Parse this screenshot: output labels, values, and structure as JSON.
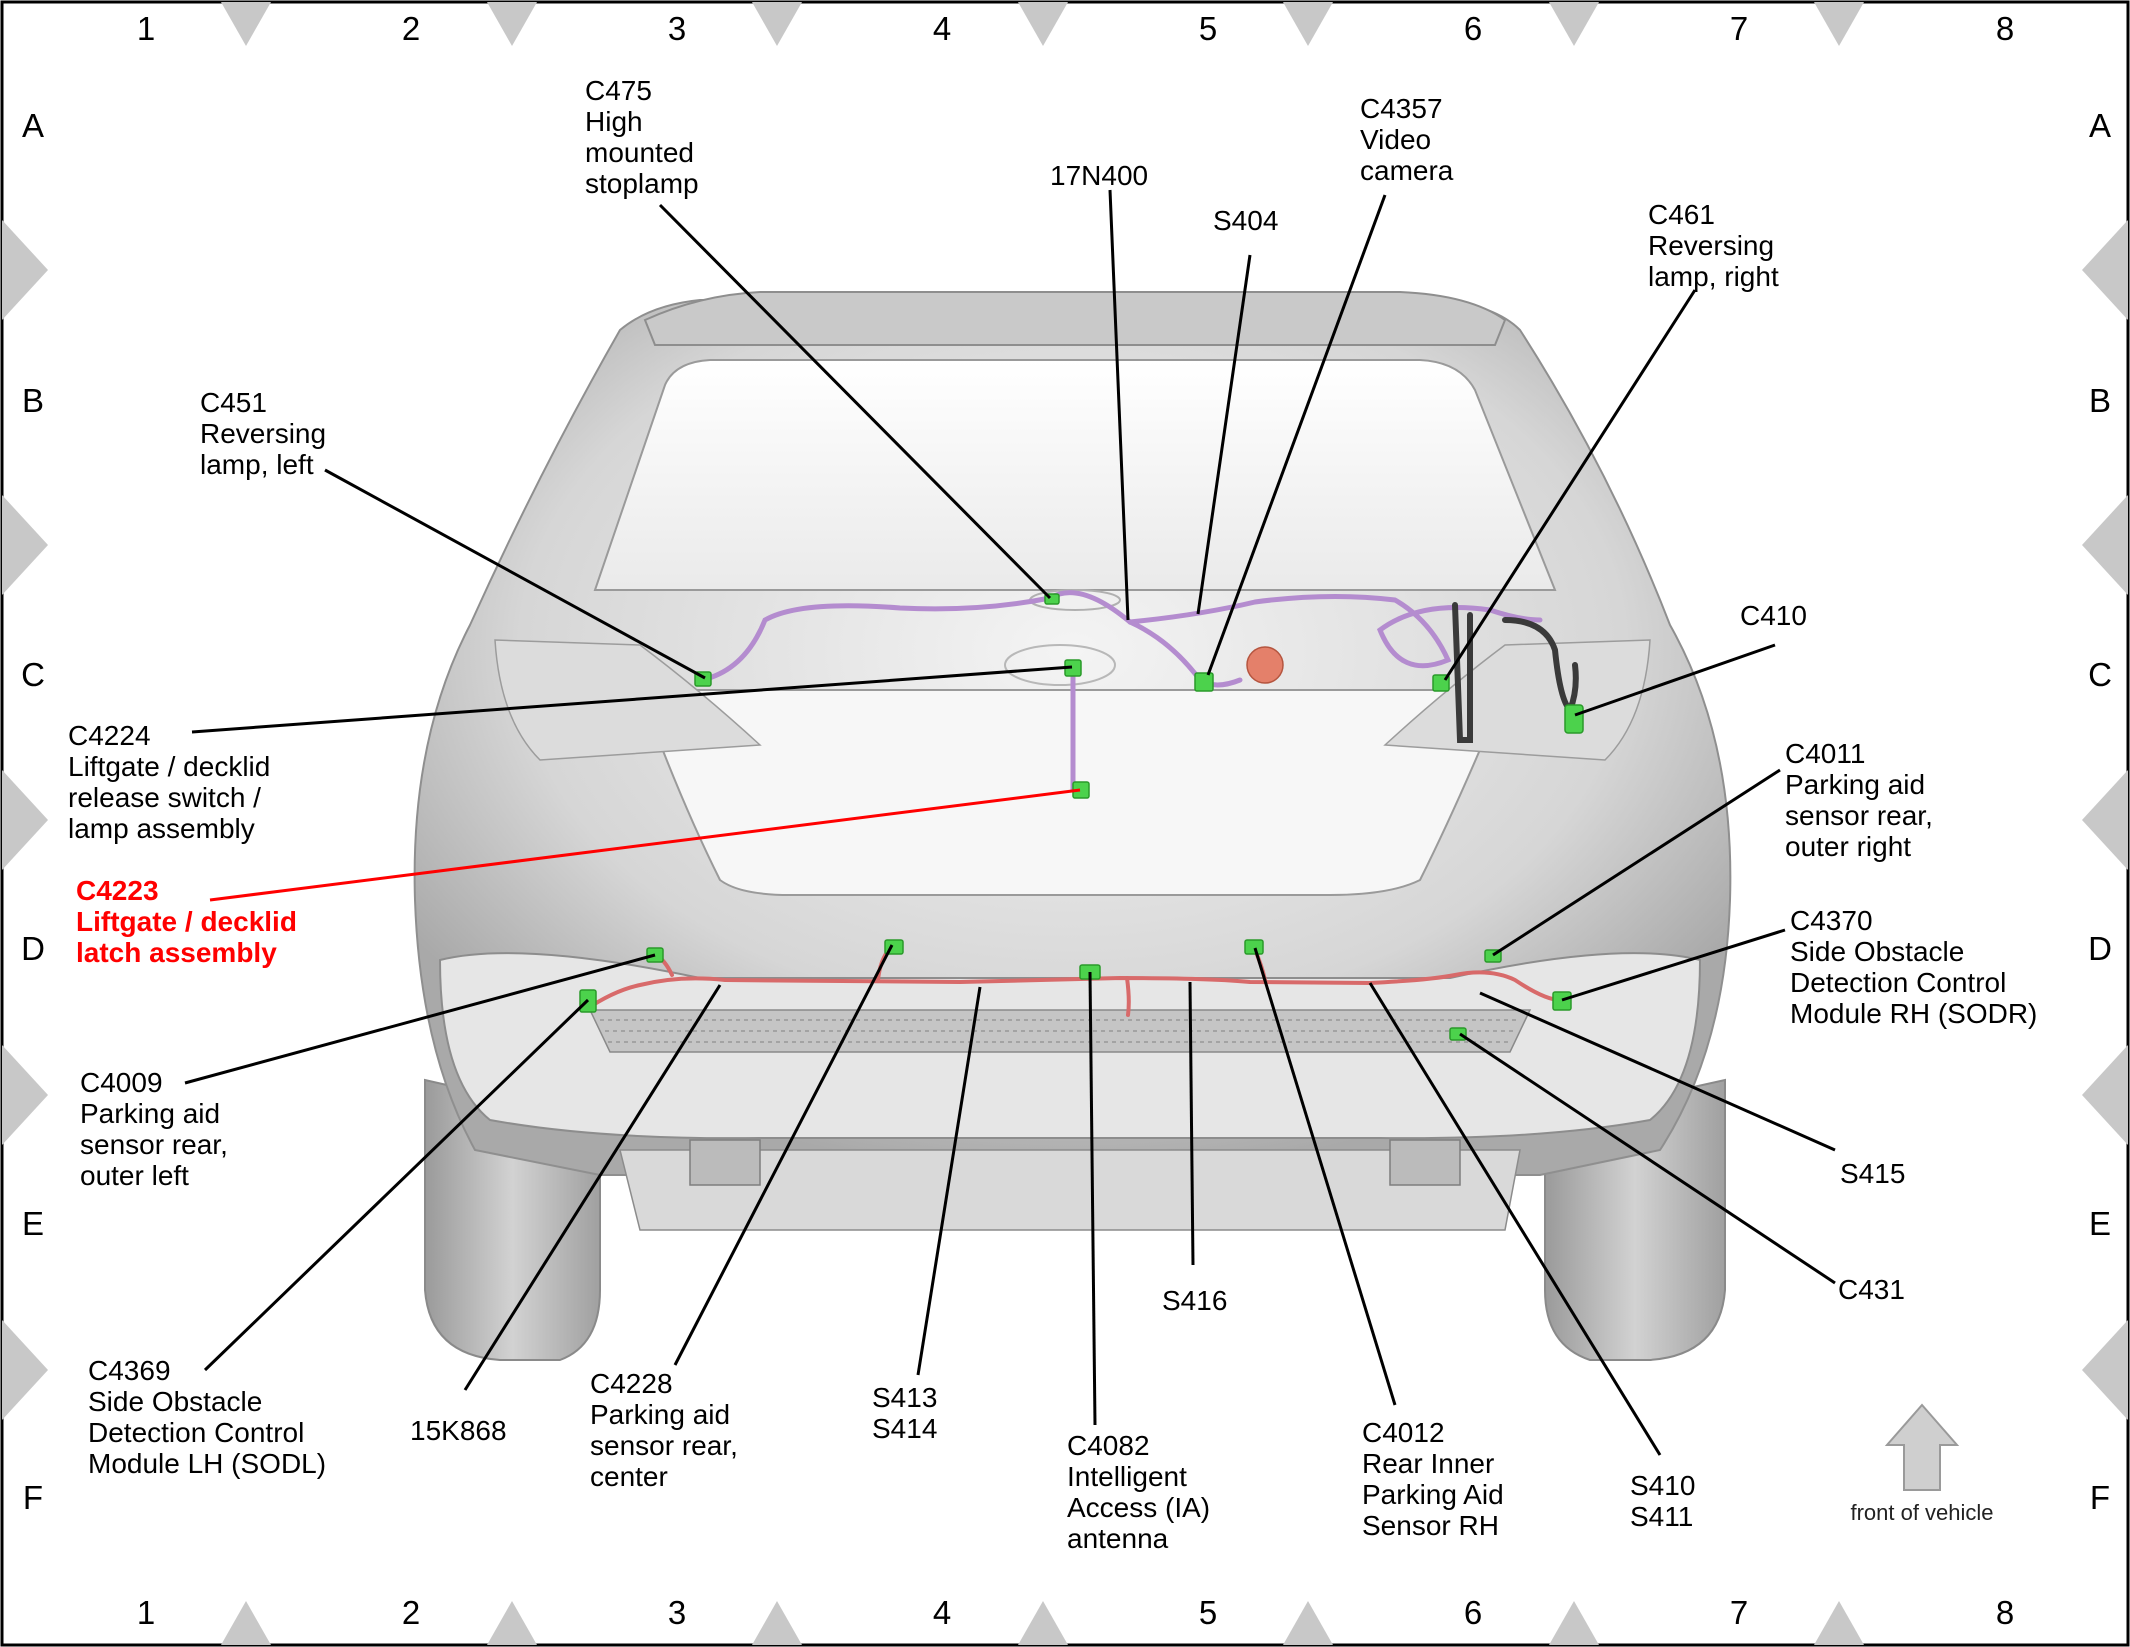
{
  "grid": {
    "columns": [
      "1",
      "2",
      "3",
      "4",
      "5",
      "6",
      "7",
      "8"
    ],
    "rows": [
      "A",
      "B",
      "C",
      "D",
      "E",
      "F"
    ]
  },
  "callouts": [
    {
      "id": "c475",
      "lines": [
        "C475",
        "High",
        "mounted",
        "stoplamp"
      ]
    },
    {
      "id": "17n400",
      "lines": [
        "17N400"
      ]
    },
    {
      "id": "s404",
      "lines": [
        "S404"
      ]
    },
    {
      "id": "c4357",
      "lines": [
        "C4357",
        "Video",
        "camera"
      ]
    },
    {
      "id": "c461",
      "lines": [
        "C461",
        "Reversing",
        "lamp, right"
      ]
    },
    {
      "id": "c451",
      "lines": [
        "C451",
        "Reversing",
        "lamp, left"
      ]
    },
    {
      "id": "c410",
      "lines": [
        "C410"
      ]
    },
    {
      "id": "c4224",
      "lines": [
        "C4224",
        "Liftgate / decklid",
        "release switch /",
        "lamp assembly"
      ]
    },
    {
      "id": "c4223",
      "lines": [
        "C4223",
        "Liftgate / decklid",
        "latch assembly"
      ],
      "highlight": true
    },
    {
      "id": "c4011",
      "lines": [
        "C4011",
        "Parking aid",
        "sensor rear,",
        "outer right"
      ]
    },
    {
      "id": "c4370",
      "lines": [
        "C4370",
        "Side Obstacle",
        "Detection Control",
        "Module RH (SODR)"
      ]
    },
    {
      "id": "c4009",
      "lines": [
        "C4009",
        "Parking aid",
        "sensor rear,",
        "outer left"
      ]
    },
    {
      "id": "s415",
      "lines": [
        "S415"
      ]
    },
    {
      "id": "c431",
      "lines": [
        "C431"
      ]
    },
    {
      "id": "s416",
      "lines": [
        "S416"
      ]
    },
    {
      "id": "c4369",
      "lines": [
        "C4369",
        "Side Obstacle",
        "Detection Control",
        "Module LH (SODL)"
      ]
    },
    {
      "id": "15k868",
      "lines": [
        "15K868"
      ]
    },
    {
      "id": "c4228",
      "lines": [
        "C4228",
        "Parking aid",
        "sensor rear,",
        "center"
      ]
    },
    {
      "id": "s413",
      "lines": [
        "S413",
        "S414"
      ]
    },
    {
      "id": "c4082",
      "lines": [
        "C4082",
        "Intelligent",
        "Access (IA)",
        "antenna"
      ]
    },
    {
      "id": "c4012",
      "lines": [
        "C4012",
        "Rear Inner",
        "Parking Aid",
        "Sensor RH"
      ]
    },
    {
      "id": "s410",
      "lines": [
        "S410",
        "S411"
      ]
    }
  ],
  "orientation": {
    "label": "front of vehicle",
    "icon": "up-arrow-icon"
  },
  "colors": {
    "highlight": "#ff0000",
    "connector": "#4cd24c",
    "harness_upper": "#b48ccf",
    "harness_lower": "#d86a6a"
  }
}
